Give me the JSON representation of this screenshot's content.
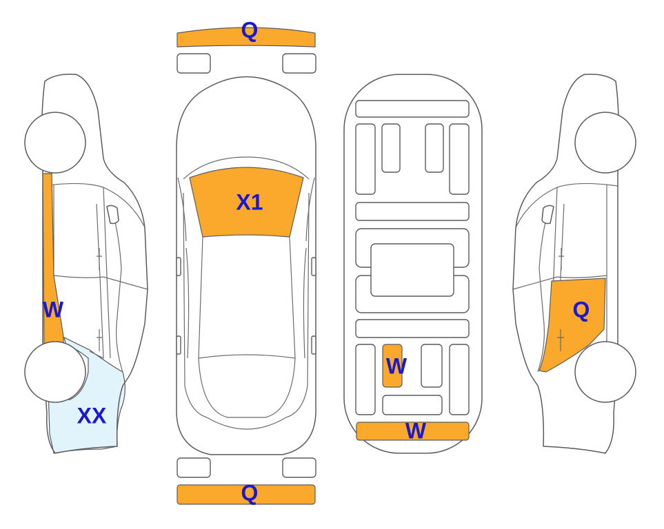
{
  "colors": {
    "marked": "#fba92c",
    "light": "#e1f4fb",
    "label": "#1a1acc",
    "outline": "#5a5a5a"
  },
  "labels": {
    "front_bumper": "Q",
    "rear_bumper": "Q",
    "windshield": "X1",
    "left_pillar": "W",
    "left_rear_quarter": "XX",
    "right_rear_door": "Q",
    "underbody_center": "W",
    "underbody_rear": "W"
  }
}
